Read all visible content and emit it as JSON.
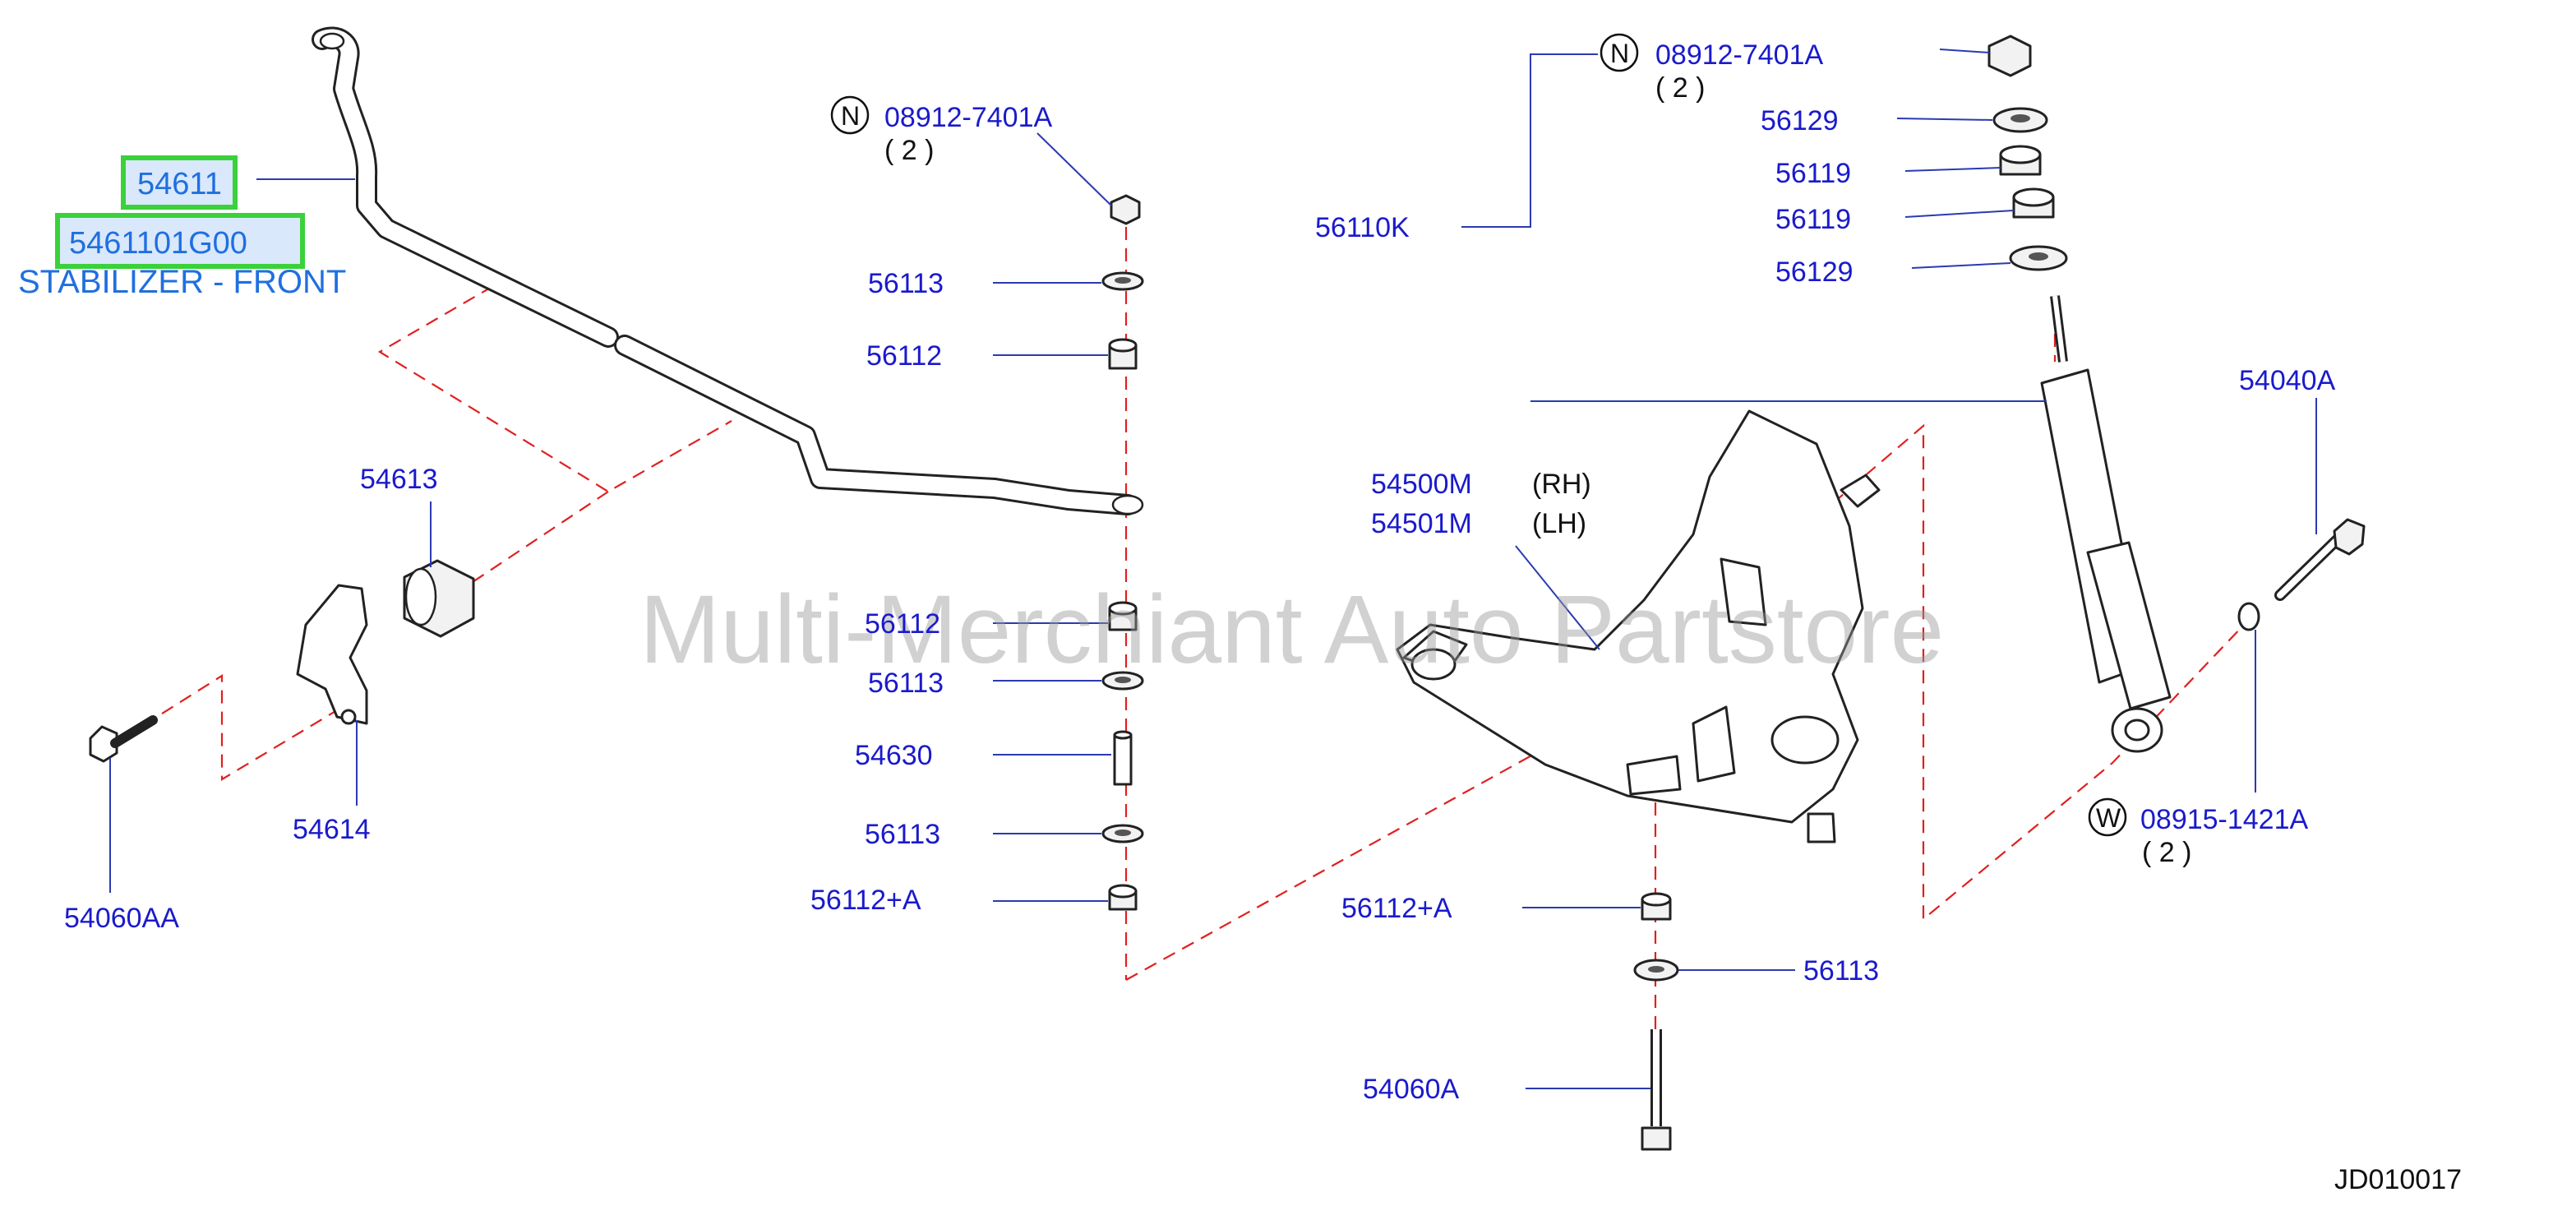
{
  "diagram": {
    "highlight_part": "54611",
    "highlight_number": "5461101G00",
    "highlight_description": "STABILIZER - FRONT",
    "watermark": "Multi-Merchiant Auto Partstore",
    "diagram_code": "JD010017",
    "nut_left": {
      "symbol": "N",
      "part": "08912-7401A",
      "qty": "( 2 )"
    },
    "nut_right": {
      "symbol": "N",
      "part": "08912-7401A",
      "qty": "( 2 )"
    },
    "washer": {
      "symbol": "W",
      "part": "08915-1421A",
      "qty": "( 2 )"
    },
    "labels": {
      "p56113_a": "56113",
      "p56112_a": "56112",
      "p56112_b": "56112",
      "p56113_b": "56113",
      "p54630": "54630",
      "p56113_c": "56113",
      "p56112A_a": "56112+A",
      "p54613": "54613",
      "p54614": "54614",
      "p54060AA": "54060AA",
      "p56110K": "56110K",
      "p56129_a": "56129",
      "p56119_a": "56119",
      "p56119_b": "56119",
      "p56129_b": "56129",
      "p54040A": "54040A",
      "p54500M": "54500M",
      "p54501M": "54501M",
      "rh": "(RH)",
      "lh": "(LH)",
      "p56112A_b": "56112+A",
      "p56113_d": "56113",
      "p54060A": "54060A"
    }
  }
}
